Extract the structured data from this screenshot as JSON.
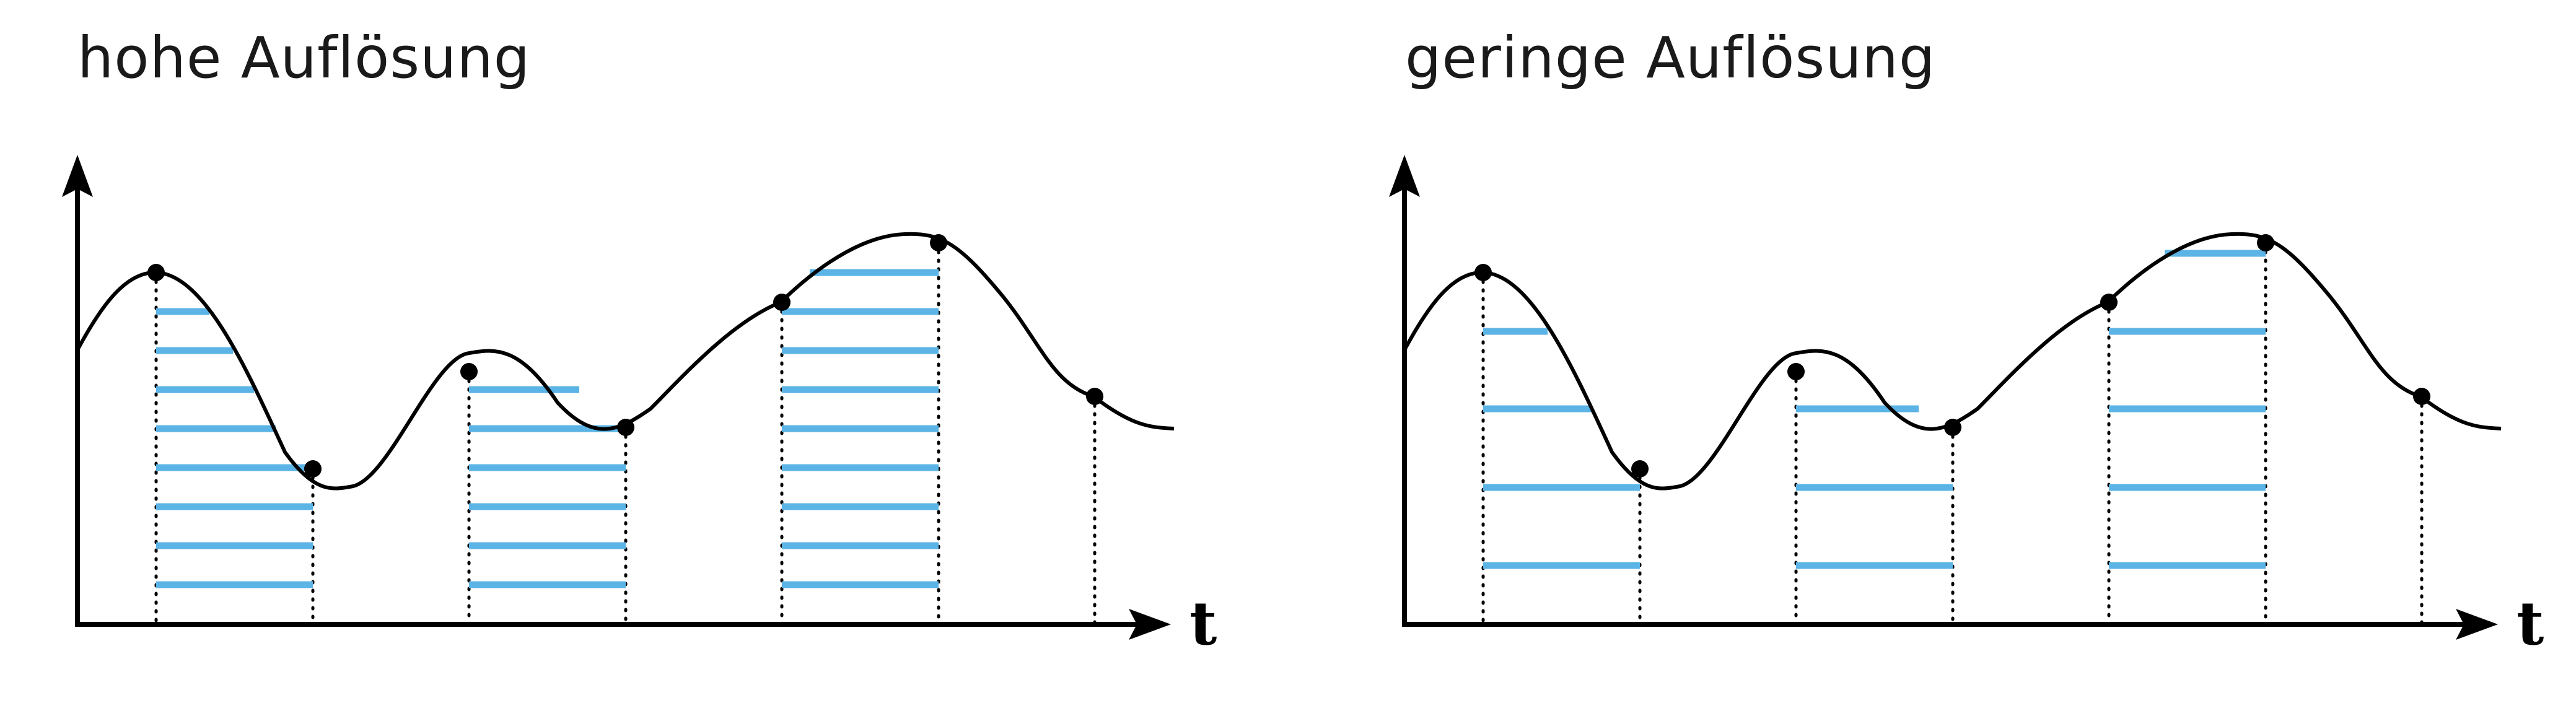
{
  "panels": [
    {
      "title": "hohe Auflösung",
      "axis_label": "t"
    },
    {
      "title": "geringe Auflösung",
      "axis_label": "t"
    }
  ],
  "colors": {
    "curve": "#000000",
    "quantization_levels": "#5bb4e5",
    "sample_lines": "#000000"
  }
}
